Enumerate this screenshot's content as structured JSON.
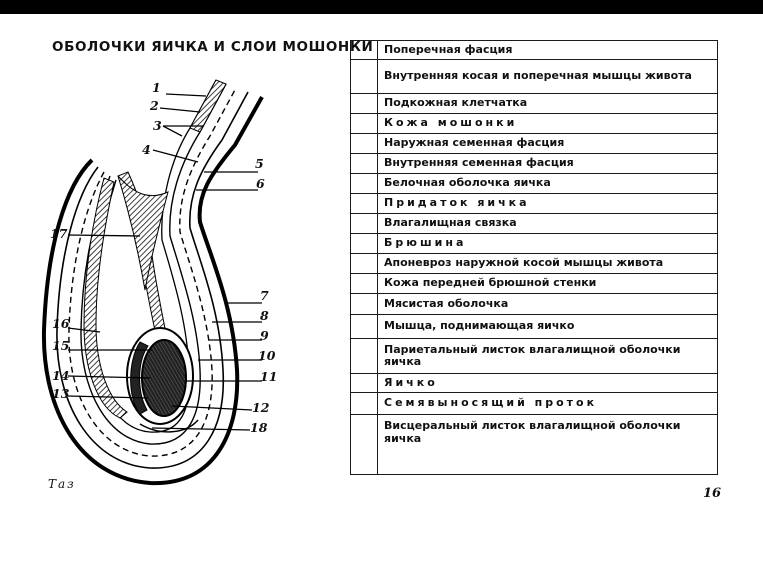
{
  "title": "ОБОЛОЧКИ ЯИЧКА И СЛОИ МОШОНКИ",
  "callouts": [
    "1",
    "2",
    "3",
    "4",
    "5",
    "6",
    "7",
    "8",
    "9",
    "10",
    "11",
    "12",
    "13",
    "14",
    "15",
    "16",
    "17",
    "18"
  ],
  "legend": [
    {
      "text": "Поперечная фасция",
      "spaced": false
    },
    {
      "text": "Внутренняя косая и поперечная мышцы живота",
      "spaced": false
    },
    {
      "text": "Подкожная клетчатка",
      "spaced": false
    },
    {
      "text": "Кожа мошонки",
      "spaced": true
    },
    {
      "text": "Наружная семенная фасция",
      "spaced": false
    },
    {
      "text": "Внутренняя семенная фасция",
      "spaced": false
    },
    {
      "text": "Белочная оболочка яичка",
      "spaced": false
    },
    {
      "text": "Придаток яичка",
      "spaced": true
    },
    {
      "text": "Влагалищная связка",
      "spaced": false
    },
    {
      "text": "Брюшина",
      "spaced": true
    },
    {
      "text": "Апоневроз наружной косой мышцы живота",
      "spaced": false
    },
    {
      "text": "Кожа передней брюшной стенки",
      "spaced": false
    },
    {
      "text": "Мясистая оболочка",
      "spaced": false
    },
    {
      "text": "Мышца, поднимающая яичко",
      "spaced": false
    },
    {
      "text": "Париетальный листок влагалищной оболочки яичка",
      "spaced": false
    },
    {
      "text": "Яичко",
      "spaced": true
    },
    {
      "text": "Семявыносящий проток",
      "spaced": true
    },
    {
      "text": "Висцеральный листок влагалищной оболочки яичка",
      "spaced": false
    }
  ],
  "pelvis_label": "Таз",
  "page_number": "16"
}
